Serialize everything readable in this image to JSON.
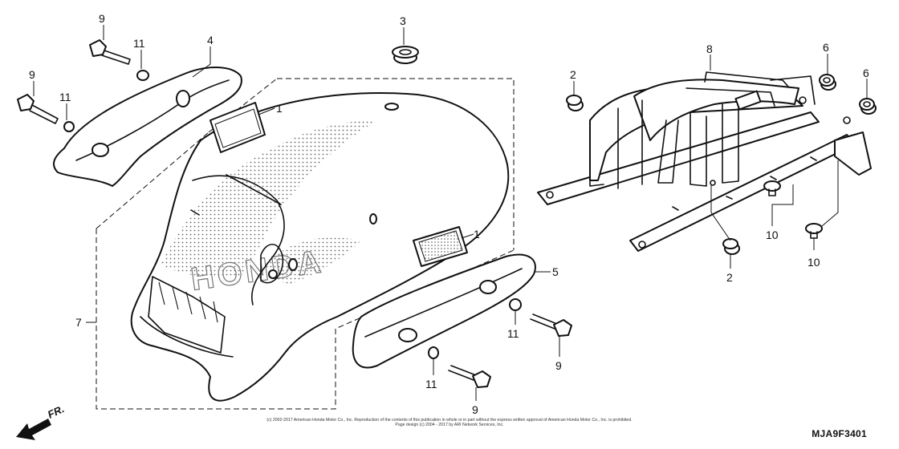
{
  "diagram": {
    "part_code": "MJA9F3401",
    "direction_label": "FR.",
    "copyright_lines": [
      "(c) 2002-2017 American Honda Motor Co., Inc. Reproduction of the contents of this publication in whole or in part without the express written approval of American Honda Motor Co., Inc. is prohibited.",
      "Page design (c) 2004 - 2017 by ARI Network Services, Inc."
    ],
    "watermark": "HONDA",
    "callouts": [
      {
        "id": "c9a",
        "label": "9"
      },
      {
        "id": "c11a",
        "label": "11"
      },
      {
        "id": "c4",
        "label": "4"
      },
      {
        "id": "c9b",
        "label": "9"
      },
      {
        "id": "c11b",
        "label": "11"
      },
      {
        "id": "c3",
        "label": "3"
      },
      {
        "id": "c1a",
        "label": "1"
      },
      {
        "id": "c1b",
        "label": "1"
      },
      {
        "id": "c7",
        "label": "7"
      },
      {
        "id": "c5",
        "label": "5"
      },
      {
        "id": "c11c",
        "label": "11"
      },
      {
        "id": "c9c",
        "label": "9"
      },
      {
        "id": "c11d",
        "label": "11"
      },
      {
        "id": "c9d",
        "label": "9"
      },
      {
        "id": "c2a",
        "label": "2"
      },
      {
        "id": "c8",
        "label": "8"
      },
      {
        "id": "c6a",
        "label": "6"
      },
      {
        "id": "c6b",
        "label": "6"
      },
      {
        "id": "c10a",
        "label": "10"
      },
      {
        "id": "c2b",
        "label": "2"
      },
      {
        "id": "c10b",
        "label": "10"
      }
    ]
  }
}
